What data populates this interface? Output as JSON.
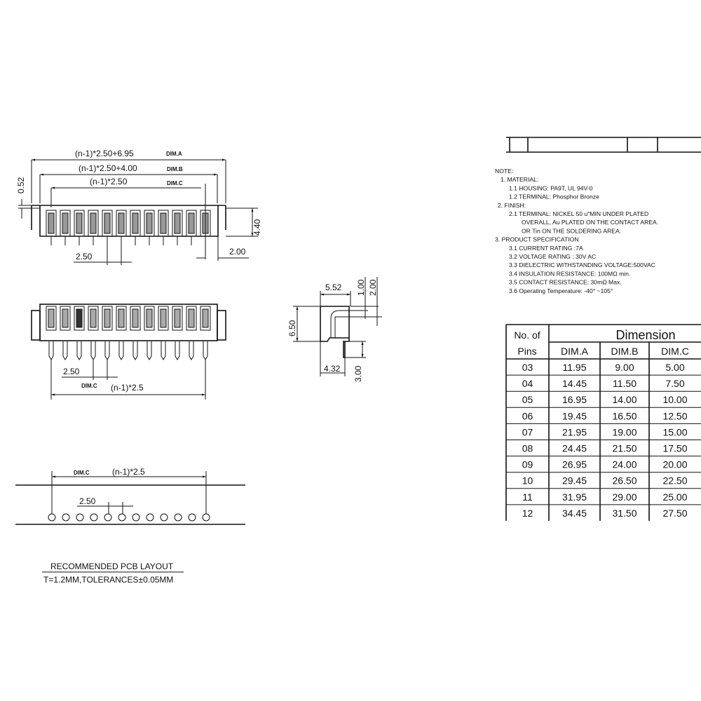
{
  "top_view": {
    "dim_a_formula": "(n-1)*2.50+6.95",
    "dim_a_label": "DIM.A",
    "dim_b_formula": "(n-1)*2.50+4.00",
    "dim_b_label": "DIM.B",
    "dim_c_formula": "(n-1)*2.50",
    "dim_c_label": "DIM.C",
    "offset": "0.52",
    "height": "4.40",
    "edge": "2.00",
    "pitch": "2.50"
  },
  "front_view": {
    "pitch": "2.50",
    "dim_c_label": "DIM.C",
    "span": "(n-1)*2.5"
  },
  "side_view": {
    "width_top": "5.52",
    "dim_100": "1.00",
    "dim_200": "2.00",
    "height": "6.50",
    "width_bottom": "4.32",
    "pin_length": "3.00"
  },
  "pcb_layout": {
    "dim_c_label": "DIM.C",
    "span": "(n-1)*2.5",
    "pitch": "2.50",
    "title": "RECOMMENDED PCB LAYOUT",
    "subtitle": "T=1.2MM,TOLERANCES±0.05MM"
  },
  "pin_count_drawn": 12,
  "notes": [
    "NOTE:",
    "1. MATERIAL:",
    "1.1 HOUSING: PA9T, UL 94V-0",
    "1.2 TERMINAL: Phosphor Bronze",
    "2. FINISH:",
    "2.1 TERMINAL: NICKEL 50 u\"MIN UNDER PLATED",
    "OVERALL, Au PLATED ON THE CONTACT AREA.",
    "OR Tin ON THE SOLDERING AREA.",
    "3. PRODUCT SPECIFICATION",
    "3.1 CURRENT RATING :7A",
    "3.2 VOLTAGE RATING : 30V AC",
    "3.3 DIELECTRIC WITHSTANDING VOLTAGE:500VAC",
    "3.4 INSULATION RESISTANCE:  100MΩ min.",
    "3.5 CONTACT RESISTANCE:  30mΩ Max.",
    "3.6 Operating Temperature:  -40° ~105°"
  ],
  "table": {
    "header_pins_1": "No. of",
    "header_pins_2": "Pins",
    "header_dimension": "Dimension",
    "columns": [
      "DIM.A",
      "DIM.B",
      "DIM.C"
    ],
    "rows": [
      [
        "03",
        "11.95",
        "9.00",
        "5.00"
      ],
      [
        "04",
        "14.45",
        "11.50",
        "7.50"
      ],
      [
        "05",
        "16.95",
        "14.00",
        "10.00"
      ],
      [
        "06",
        "19.45",
        "16.50",
        "12.50"
      ],
      [
        "07",
        "21.95",
        "19.00",
        "15.00"
      ],
      [
        "08",
        "24.45",
        "21.50",
        "17.50"
      ],
      [
        "09",
        "26.95",
        "24.00",
        "20.00"
      ],
      [
        "10",
        "29.45",
        "26.50",
        "22.50"
      ],
      [
        "11",
        "31.95",
        "29.00",
        "25.00"
      ],
      [
        "12",
        "34.45",
        "31.50",
        "27.50"
      ]
    ]
  }
}
